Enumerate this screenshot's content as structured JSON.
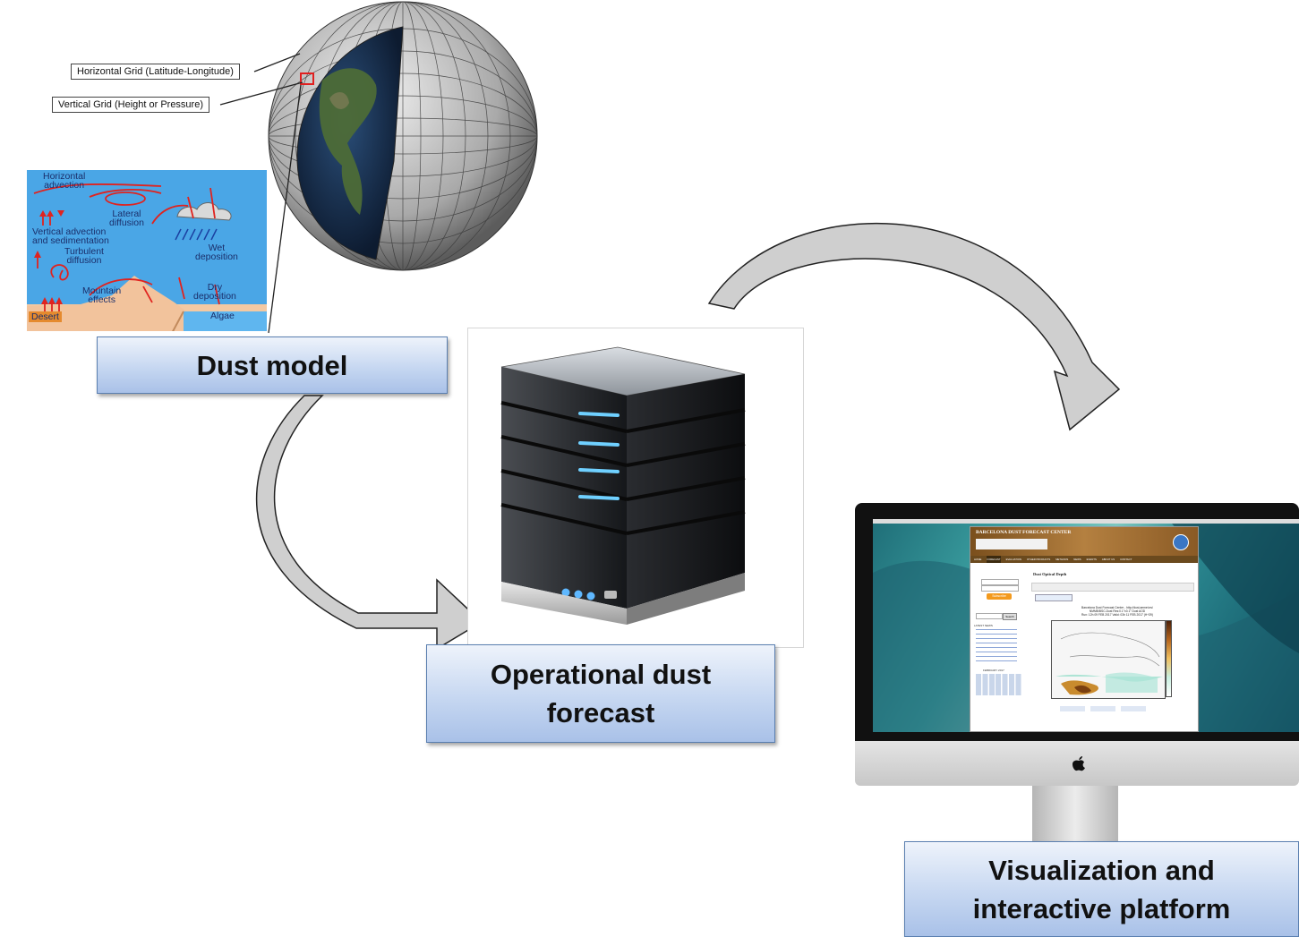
{
  "labels": {
    "dust_model": "Dust model",
    "operational_line1": "Operational dust",
    "operational_line2": "forecast",
    "visualization_line1": "Visualization and",
    "visualization_line2": "interactive platform"
  },
  "globe": {
    "horizontal_grid": "Horizontal Grid (Latitude-Longitude)",
    "vertical_grid": "Vertical Grid (Height or Pressure)"
  },
  "processes": {
    "horizontal_advection": [
      "Horizontal",
      "advection"
    ],
    "lateral_diffusion": [
      "Lateral",
      "diffusion"
    ],
    "vertical_advection": [
      "Vertical advection",
      "and sedimentation"
    ],
    "turbulent_diffusion": [
      "Turbulent",
      "diffusion"
    ],
    "wet_deposition": [
      "Wet",
      "deposition"
    ],
    "mountain_effects": [
      "Mountain",
      "effects"
    ],
    "dry_deposition": [
      "Dry",
      "deposition"
    ],
    "desert": "Desert",
    "algae": "Algae"
  },
  "website": {
    "title": "BARCELONA DUST FORECAST CENTER",
    "nav": [
      "HOME",
      "FORECAST",
      "EVALUATION",
      "OTHER PRODUCTS",
      "METHODS",
      "NEWS",
      "EVENTS",
      "ABOUT US",
      "CONTACT"
    ],
    "page_heading": "Dust Optical Depth",
    "map_caption_line1": "Barcelona Dust Forecast Center - http://dust.aemet.es/",
    "map_caption_line2": "NMMB/BSC-Dust  Res:0.1°x0.1°  Dust AOD",
    "map_caption_line3": "Run: 12h 09 FEB 2017  Valid: 03h 11 FEB 2017 (H+39)",
    "subscribe_button": "Subscribe",
    "search_button": "Search",
    "news_heading": "LATEST NEWS",
    "calendar_heading": "FEBRUARY 2017"
  },
  "colors": {
    "label_border": "#5a7fb0",
    "arrow_fill": "#cfcfcf",
    "panel_blue": "#3f9fe0",
    "process_arrow": "#e0231f",
    "site_banner": "#9c6b2f",
    "site_nav": "#6b4a1e"
  }
}
